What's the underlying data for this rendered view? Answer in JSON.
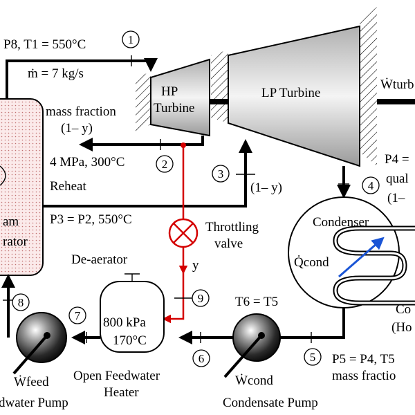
{
  "colors": {
    "flow": "#000000",
    "throttle_line": "#d40000",
    "heat_arrow": "#1a55d6",
    "generator_fill": "#fbeaea",
    "generator_dots": "#c07070"
  },
  "labels": {
    "state1": "P8, T1 = 550°C",
    "mdot": "ṁ = 7 kg/s",
    "hp_line1": "HP",
    "hp_line2": "Turbine",
    "lp": "LP Turbine",
    "w_turbine": "Ẇturb",
    "mass_fraction": "mass fraction",
    "one_minus_y_top": "(1– y)",
    "state2": "4 MPa, 300°C",
    "reheat": "Reheat",
    "state3": "P3 = P2, 550°C",
    "gen_frag1": "am",
    "gen_frag2": "rator",
    "throttling1": "Throttling",
    "throttling2": "valve",
    "y": "y",
    "deaerator": "De-aerator",
    "heater_line1": "800 kPa",
    "heater_line2": "170°C",
    "ofwh1": "Open Feedwater",
    "ofwh2": "Heater",
    "t6": "T6 = T5",
    "condenser": "Condenser",
    "q_cond": "Q̇cond",
    "p4_frag": "P4 =",
    "qual_frag": "qual",
    "one_minus_frag": "(1–",
    "one_minus_y_3": "(1– y)",
    "co_frag": "Co",
    "ho_frag": "(Ho",
    "p5": "P5 = P4, T5",
    "mass_frac_frag": "mass fractio",
    "w_feed": "Ẇfeed",
    "feedwater_pump": "dwater Pump",
    "w_cond": "Ẇcond",
    "condensate_pump": "Condensate Pump"
  },
  "states": [
    "1",
    "2",
    "3",
    "4",
    "5",
    "6",
    "7",
    "8",
    "9"
  ]
}
